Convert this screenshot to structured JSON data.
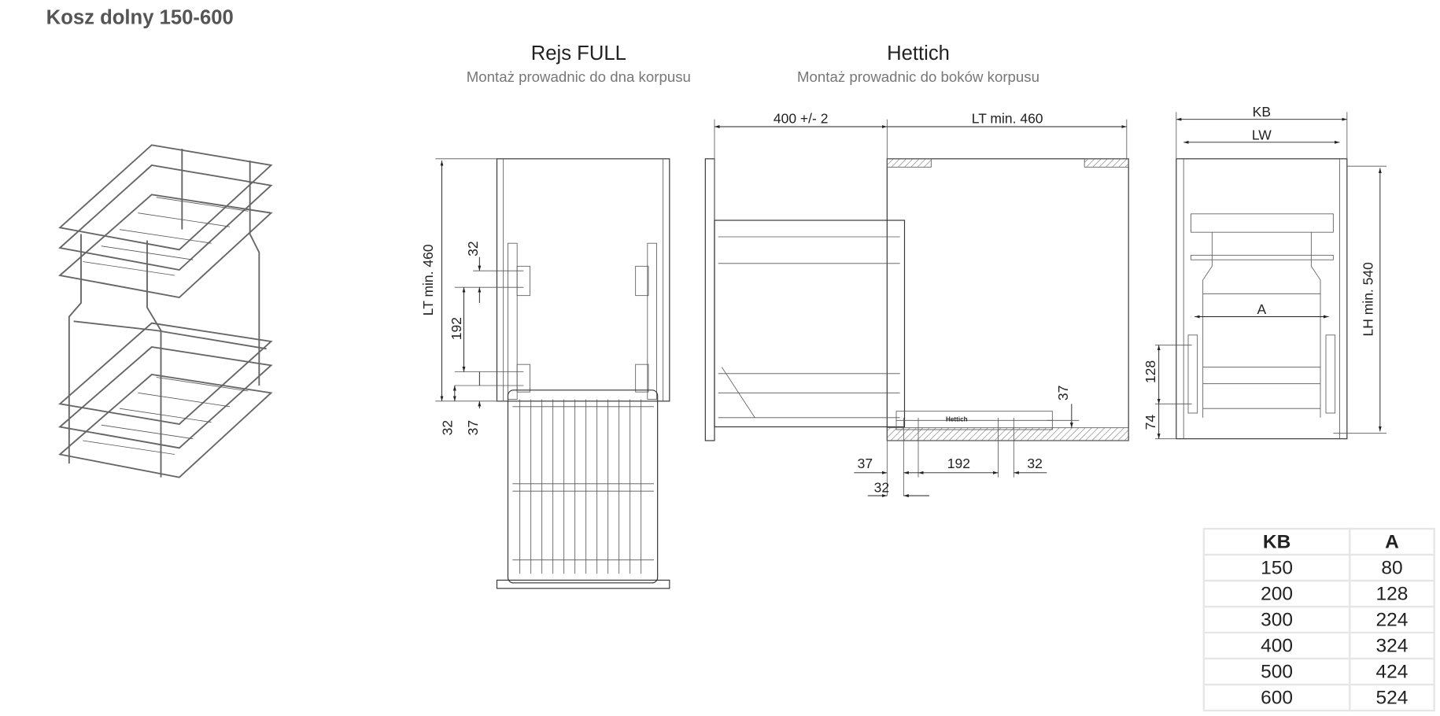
{
  "title": "Kosz dolny 150-600",
  "sections": {
    "rejs": {
      "name": "Rejs FULL",
      "subtitle": "Montaż prowadnic do dna korpusu",
      "dims": {
        "lt": "LT min. 460",
        "d32a": "32",
        "d192": "192",
        "d32b": "32",
        "d37": "37"
      }
    },
    "hettich": {
      "name": "Hettich",
      "subtitle": "Montaż prowadnic do boków korpusu",
      "dims": {
        "top_left": "400 +/- 2",
        "top_right": "LT min. 460",
        "d37v": "37",
        "d37": "37",
        "d192": "192",
        "d32": "32",
        "d32b": "32",
        "brand": "Hettich"
      }
    },
    "front": {
      "dims": {
        "kb": "KB",
        "lw": "LW",
        "lh": "LH min. 540",
        "a": "A",
        "d128": "128",
        "d74": "74"
      }
    }
  },
  "table": {
    "headers": [
      "KB",
      "A"
    ],
    "rows": [
      [
        "150",
        "80"
      ],
      [
        "200",
        "128"
      ],
      [
        "300",
        "224"
      ],
      [
        "400",
        "324"
      ],
      [
        "500",
        "424"
      ],
      [
        "600",
        "524"
      ]
    ]
  }
}
